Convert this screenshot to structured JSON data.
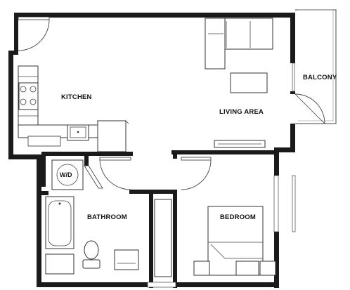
{
  "rooms": {
    "kitchen": "KITCHEN",
    "living_area": "LIVING AREA",
    "balcony": "BALCONY",
    "bathroom": "BATHROOM",
    "bedroom": "BEDROOM",
    "washer_dryer": "W/D"
  },
  "colors": {
    "wall": "#1a1a1a",
    "fixture_stroke": "#333333",
    "furniture_fill": "#bdbdbd",
    "background": "#ffffff"
  }
}
